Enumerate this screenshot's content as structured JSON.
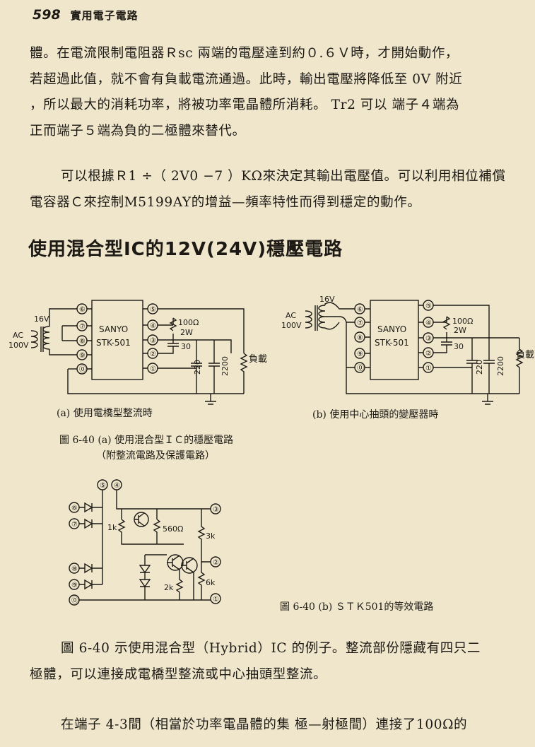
{
  "header": {
    "page_number": "598",
    "running_title": "實用電子電路"
  },
  "paragraph1": [
    "體。在電流限制電阻器Ｒsc 兩端的電壓達到約０.６Ｖ時，才開始動作，",
    "若超過此值，就不會有負載電流通過。此時，輸出電壓將降低至 0V 附近",
    "，所以最大的消耗功率，將被功率電晶體所消耗。 Tr2  可以 端子４端為",
    "正而端子５端為負的二極體來替代。"
  ],
  "paragraph2": [
    "可以根據Ｒ1 ÷（ 2V0 −7 ）KΩ來決定其輸出電壓值。可以利用相位補償",
    "電容器Ｃ來控制M5199AY的增益—頻率特性而得到穩定的動作。"
  ],
  "section_title": "使用混合型IC的12V(24V)穩壓電路",
  "figure_a": {
    "ic_maker": "SANYO",
    "ic_part": "STK-501",
    "ac_label": "AC",
    "ac_voltage": "100V",
    "transformer_voltage": "16V",
    "left_pins": [
      "⑥",
      "⑦",
      "⑧",
      "⑨",
      "⓪"
    ],
    "right_pins": [
      "⑤",
      "④",
      "③",
      "②",
      "①"
    ],
    "resistor_label": "100Ω",
    "resistor_power": "2W",
    "cap1": "30",
    "cap2": "220",
    "cap3": "2200",
    "load_label": "負載",
    "sub_caption": "(a)  使用電橋型整流時"
  },
  "figure_b": {
    "ic_maker": "SANYO",
    "ic_part": "STK-501",
    "ac_label": "AC",
    "ac_voltage": "100V",
    "transformer_voltage": "16V",
    "left_pins": [
      "⑥",
      "⑦",
      "⑧",
      "⑨",
      "⓪"
    ],
    "right_pins": [
      "⑤",
      "④",
      "③",
      "②",
      "①"
    ],
    "resistor_label": "100Ω",
    "resistor_power": "2W",
    "cap1": "30",
    "cap2": "220",
    "cap3": "2200",
    "load_label": "負載",
    "sub_caption": "(b)  使用中心抽頭的變壓器時"
  },
  "figure_caption_a": {
    "line1": "圖 6-40 (a)  使用混合型ＩＣ的穩壓電路",
    "line2": "（附整流電路及保護電路）"
  },
  "equiv_circuit": {
    "top_pins": [
      "⑤",
      "④"
    ],
    "left_pins": [
      "⑥",
      "⑦",
      "⑧",
      "⑨",
      "⓪"
    ],
    "right_pins": [
      "③",
      "②",
      "①"
    ],
    "resistors": [
      "1k",
      "560Ω",
      "3k",
      "2k",
      "6k"
    ],
    "caption": "圖 6-40 (b)  ＳＴＫ501的等效電路"
  },
  "paragraph3": [
    "圖 6-40 示使用混合型（Hybrid）IC 的例子。整流部份隱藏有四只二",
    "極體，可以連接成電橋型整流或中心抽頭型整流。"
  ],
  "paragraph4": [
    "在端子 4-3間（相當於功率電晶體的集 極—射極間）連接了100Ω的"
  ]
}
